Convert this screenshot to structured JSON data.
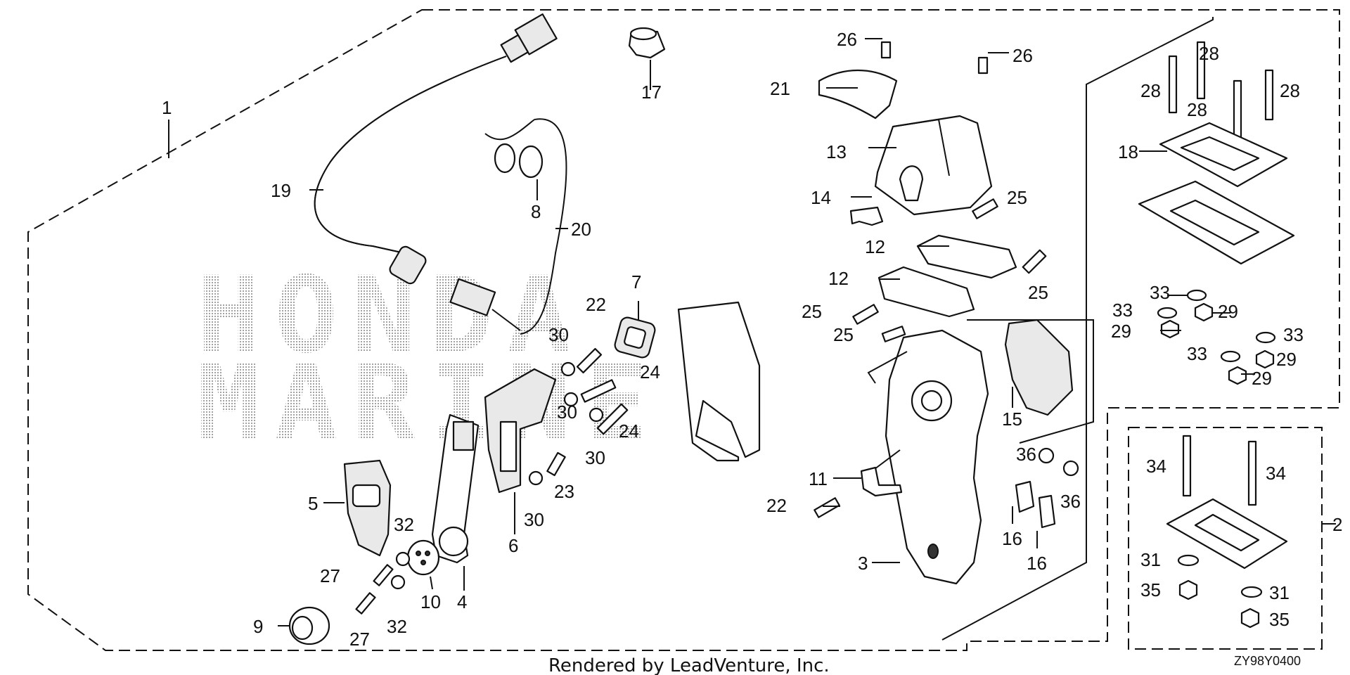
{
  "diagram": {
    "watermark": [
      "HONDA",
      "MARINE"
    ],
    "footer": "Rendered by LeadVenture, Inc.",
    "code": "ZY98Y0400",
    "labels": {
      "p1": "1",
      "p2": "2",
      "p3": "3",
      "p4": "4",
      "p5": "5",
      "p6": "6",
      "p7": "7",
      "p8": "8",
      "p9": "9",
      "p10": "10",
      "p11": "11",
      "p12a": "12",
      "p12b": "12",
      "p13": "13",
      "p14": "14",
      "p15": "15",
      "p16a": "16",
      "p16b": "16",
      "p17": "17",
      "p18": "18",
      "p19": "19",
      "p20": "20",
      "p21": "21",
      "p22a": "22",
      "p22b": "22",
      "p23": "23",
      "p24a": "24",
      "p24b": "24",
      "p25a": "25",
      "p25b": "25",
      "p25c": "25",
      "p25d": "25",
      "p26a": "26",
      "p26b": "26",
      "p27a": "27",
      "p27b": "27",
      "p28a": "28",
      "p28b": "28",
      "p28c": "28",
      "p28d": "28",
      "p29a": "29",
      "p29b": "29",
      "p29c": "29",
      "p29d": "29",
      "p30a": "30",
      "p30b": "30",
      "p30c": "30",
      "p30d": "30",
      "p31a": "31",
      "p31b": "31",
      "p32a": "32",
      "p32b": "32",
      "p33a": "33",
      "p33b": "33",
      "p33c": "33",
      "p33d": "33",
      "p34a": "34",
      "p34b": "34",
      "p35a": "35",
      "p35b": "35",
      "p36a": "36",
      "p36b": "36"
    }
  }
}
